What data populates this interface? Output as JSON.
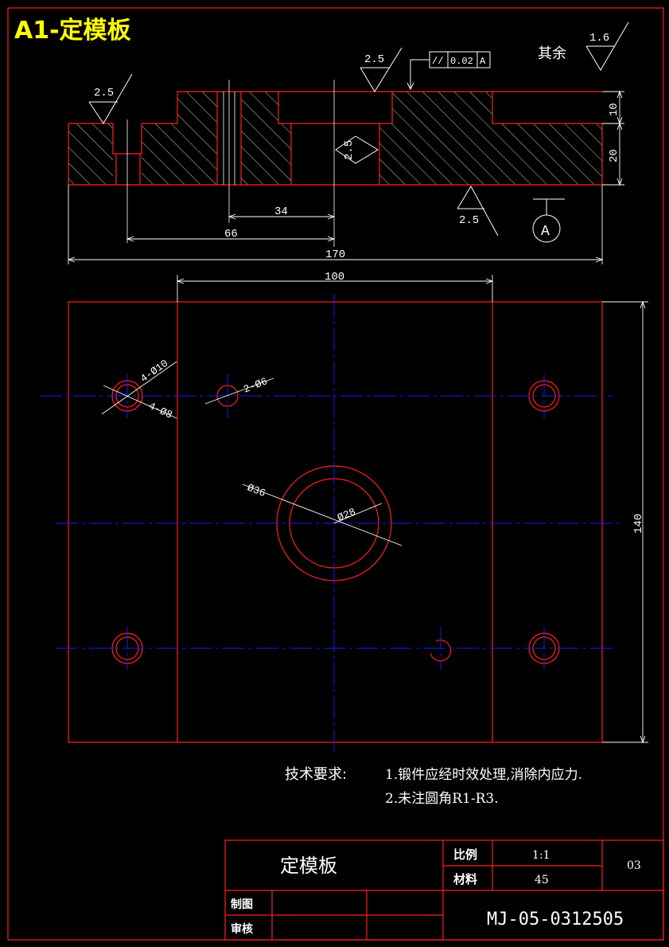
{
  "sheet_title": "A1-定模板",
  "roughness": {
    "rest_label": "其余",
    "rest_value": "1.6",
    "top_left": "2.5",
    "top_mid": "2.5",
    "pocket": "2.5",
    "bottom": "2.5"
  },
  "tolerance_frame": {
    "symbol": "//",
    "value": "0.02",
    "datum": "A"
  },
  "datum_label": "A",
  "dimensions": {
    "d34": "34",
    "d66": "66",
    "d170": "170",
    "d100": "100",
    "d140": "140",
    "d10": "10",
    "d20": "20"
  },
  "hole_labels": {
    "h4_d10": "4-Ø10",
    "h4_d8": "4-Ø8",
    "h2_d6": "2-Ø6",
    "d36": "Ø36",
    "d28": "Ø28"
  },
  "tech_requirements": {
    "label": "技术要求:",
    "line1": "1.锻件应经时效处理,消除内应力.",
    "line2": "2.未注圆角R1-R3."
  },
  "title_block": {
    "part_name": "定模板",
    "scale_label": "比例",
    "scale_value": "1:1",
    "material_label": "材料",
    "material_value": "45",
    "sheet_no": "03",
    "drawn_label": "制图",
    "check_label": "审核",
    "drawing_no": "MJ-05-0312505"
  },
  "colors": {
    "outline": "#ff2020",
    "hatch": "#ffffff",
    "centerline": "#1a1aff",
    "dimension": "#ffffff",
    "title": "#ffff00"
  }
}
